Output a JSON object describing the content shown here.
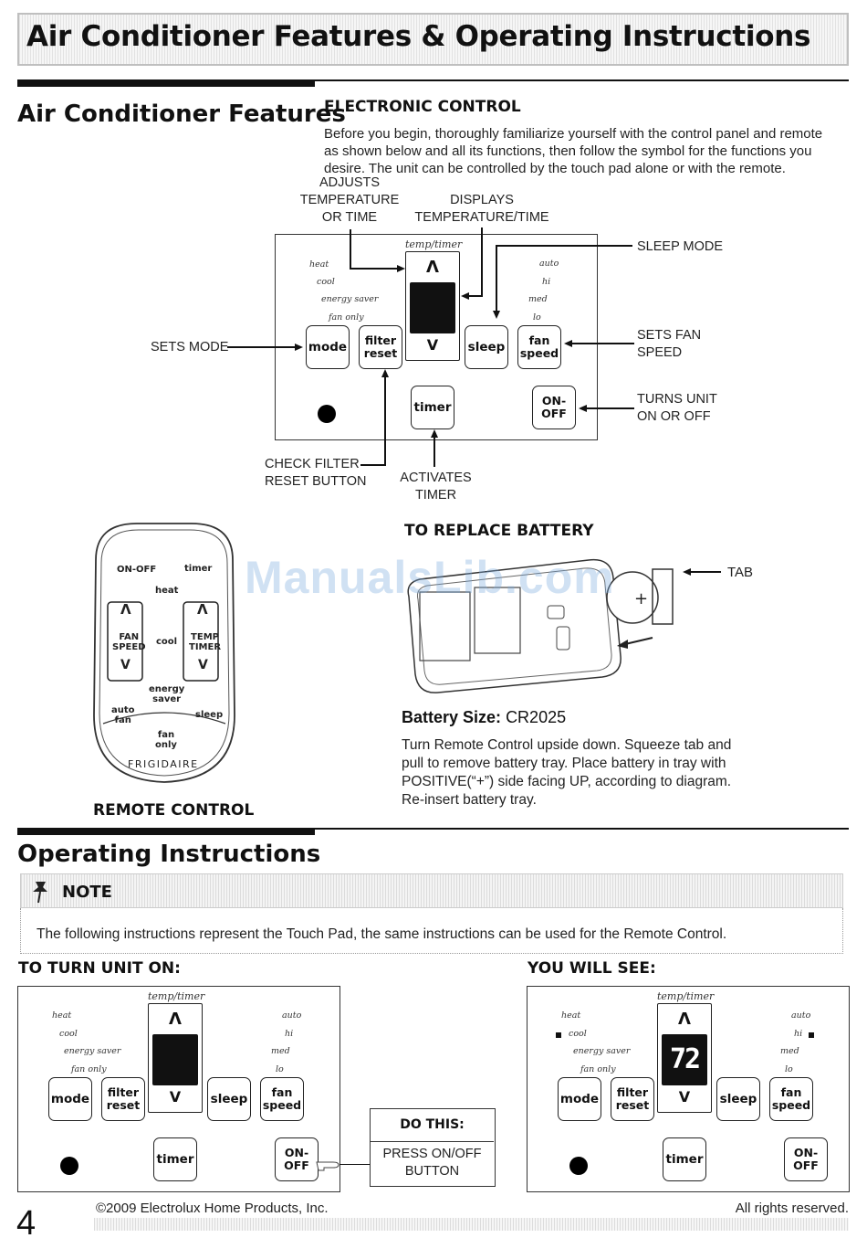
{
  "header": {
    "title": "Air Conditioner Features & Operating Instructions"
  },
  "features": {
    "heading": "Air Conditioner Features",
    "electronic_control": {
      "heading": "ELECTRONIC CONTROL",
      "intro_lines": [
        "Before you begin, thoroughly familiarize yourself with the control panel and remote",
        "as shown below and all its functions, then follow the symbol for the functions you",
        "desire. The unit can be controlled by the touch pad alone or with the remote."
      ]
    },
    "callouts": {
      "adjusts": [
        "ADJUSTS",
        "TEMPERATURE",
        "OR TIME"
      ],
      "displays": [
        "DISPLAYS",
        "TEMPERATURE/TIME"
      ],
      "sleep_mode": "SLEEP MODE",
      "sets_mode": "SETS MODE",
      "sets_fan": [
        "SETS FAN",
        "SPEED"
      ],
      "turns_unit": [
        "TURNS UNIT",
        "ON OR OFF"
      ],
      "check_filter": [
        "CHECK FILTER",
        "RESET BUTTON"
      ],
      "activates_timer": [
        "ACTIVATES",
        "TIMER"
      ]
    }
  },
  "panel": {
    "temp_timer": "temp/timer",
    "modes": [
      "heat",
      "cool",
      "energy saver",
      "fan only"
    ],
    "speeds": [
      "auto",
      "hi",
      "med",
      "lo"
    ],
    "up": "Λ",
    "down": "V",
    "buttons": {
      "mode": "mode",
      "filter": [
        "filter",
        "reset"
      ],
      "sleep": "sleep",
      "fan": [
        "fan",
        "speed"
      ],
      "timer": "timer",
      "onoff": [
        "ON-",
        "OFF"
      ]
    }
  },
  "remote": {
    "onoff": "ON-OFF",
    "timer": "timer",
    "heat": "heat",
    "up": "Λ",
    "down": "V",
    "fan_speed": [
      "FAN",
      "SPEED"
    ],
    "cool": "cool",
    "temp_timer": [
      "TEMP",
      "TIMER"
    ],
    "energy_saver": [
      "energy",
      "saver"
    ],
    "auto_fan": [
      "auto",
      "fan"
    ],
    "sleep": "sleep",
    "fan_only": [
      "fan",
      "only"
    ],
    "brand": "FRIGIDAIRE",
    "caption": "REMOTE CONTROL"
  },
  "battery": {
    "heading": "TO REPLACE BATTERY",
    "tab_label": "TAB",
    "size_label": "Battery Size:",
    "size_value": "CR2025",
    "lines": [
      "Turn Remote Control upside down. Squeeze tab and",
      "pull to remove battery tray. Place battery in tray with",
      "POSITIVE(“+”) side facing UP, according to diagram.",
      "Re-insert battery tray."
    ]
  },
  "watermark": "ManualsLib.com",
  "operating": {
    "heading": "Operating Instructions",
    "note_label": "NOTE",
    "note_text": "The following instructions represent the Touch Pad, the same instructions can be used for the Remote Control.",
    "turn_on_heading": "TO TURN UNIT ON:",
    "you_will_see_heading": "YOU WILL SEE:",
    "do_this_heading": "DO THIS:",
    "do_this_lines": [
      "PRESS ON/OFF",
      "BUTTON"
    ],
    "display_value": "72"
  },
  "footer": {
    "page_number": "4",
    "copyright": "©2009 Electrolux Home Products, Inc.",
    "rights": "All rights reserved."
  }
}
